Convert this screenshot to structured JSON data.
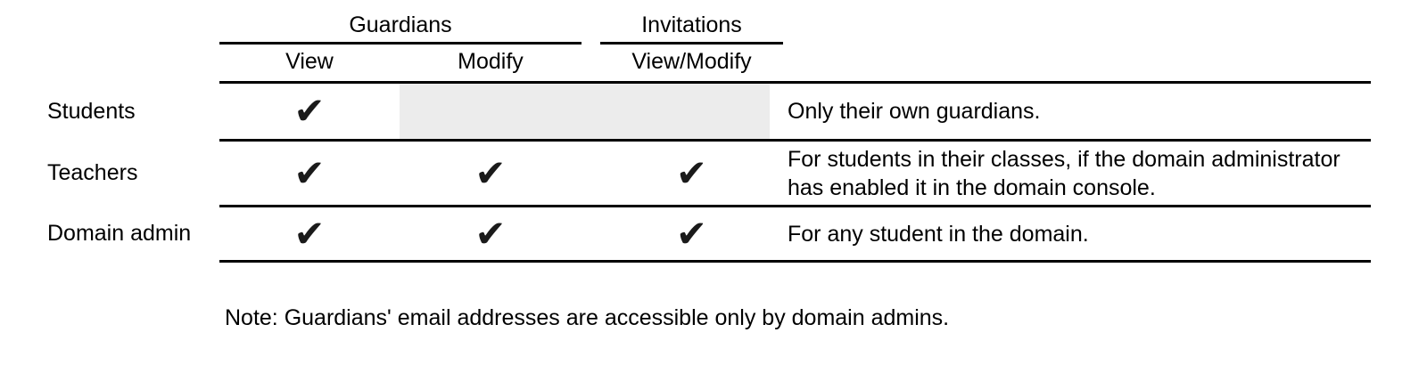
{
  "table": {
    "header": {
      "guardians": "Guardians",
      "invitations": "Invitations",
      "view": "View",
      "modify": "Modify",
      "view_modify": "View/Modify"
    },
    "check_glyph": "✔",
    "rows": [
      {
        "label": "Students",
        "view": true,
        "modify": false,
        "invitations_view_modify": false,
        "na_shaded": true,
        "note": "Only their own guardians."
      },
      {
        "label": "Teachers",
        "view": true,
        "modify": true,
        "invitations_view_modify": true,
        "na_shaded": false,
        "note": "For students in their classes, if the domain administrator has enabled it in the domain console."
      },
      {
        "label": "Domain admin",
        "view": true,
        "modify": true,
        "invitations_view_modify": true,
        "na_shaded": false,
        "note": "For any student in the domain."
      }
    ]
  },
  "footnote": "Note: Guardians' email addresses are accessible only by domain admins.",
  "colors": {
    "text": "#000000",
    "rule": "#000000",
    "shaded_cell": "#ececec",
    "check": "#1a1a1a"
  }
}
